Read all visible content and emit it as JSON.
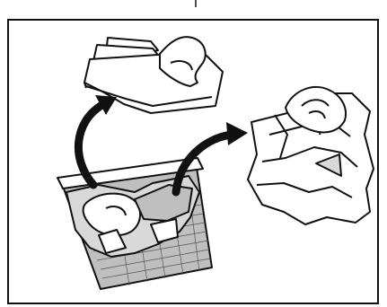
{
  "figure": {
    "panel_count": 1,
    "arrows": [
      {
        "from": "laundry-basket",
        "to": "sorted-pile-light",
        "direction": "up-right"
      },
      {
        "from": "laundry-basket",
        "to": "sorted-pile-heavy",
        "direction": "right"
      }
    ],
    "colors": {
      "frame": "#111111",
      "line": "#111111",
      "fill_white": "#ffffff",
      "fill_grey": "#bfbfbf",
      "fill_light_grey": "#d9d9d9",
      "arrow": "#111111"
    }
  }
}
